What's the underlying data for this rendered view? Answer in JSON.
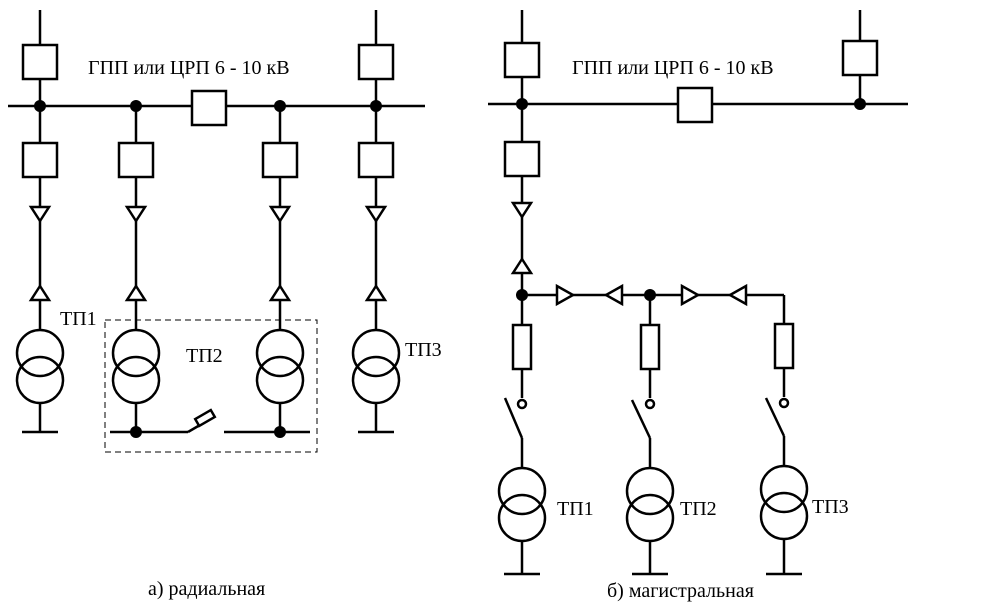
{
  "schemes": {
    "radial": {
      "bus_label": "ГПП или ЦРП 6 - 10 кВ",
      "caption": "а) радиальная",
      "substations": [
        "ТП1",
        "ТП2",
        "ТП3"
      ]
    },
    "trunk": {
      "bus_label": "ГПП или ЦРП 6 - 10 кВ",
      "caption": "б) магистральная",
      "substations": [
        "ТП1",
        "ТП2",
        "ТП3"
      ]
    }
  },
  "colors": {
    "line": "#000000",
    "background": "#ffffff"
  }
}
